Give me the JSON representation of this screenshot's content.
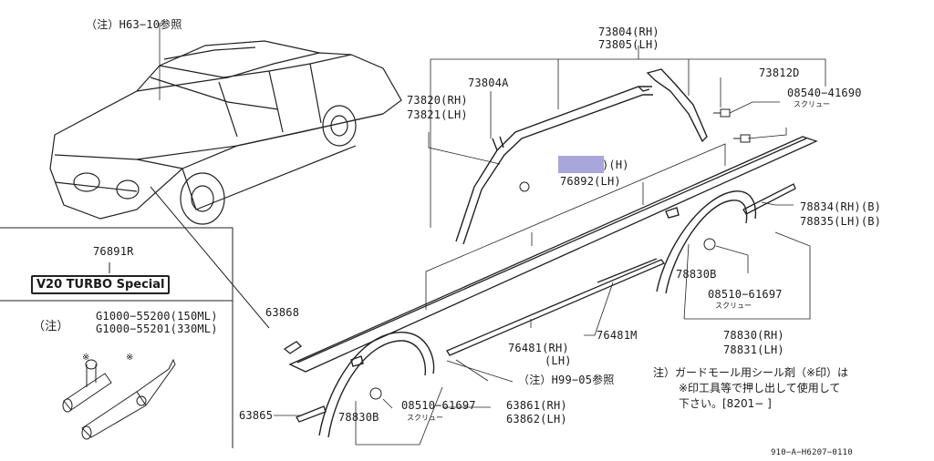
{
  "top_note": "（注）H63−10参照",
  "parts": {
    "p73804": "73804(RH)",
    "p73805": "73805(LH)",
    "p73804A": "73804A",
    "p73812D": "73812D",
    "p08540": "08540−41690",
    "screw1": "スクリュー",
    "p73820": "73820(RH)",
    "p73821": "73821(LH)",
    "p768xx_rh": ")(H)",
    "p76892": "76892(LH)",
    "p78834": "78834(RH)(B)",
    "p78835": "78835(LH)(B)",
    "p76891R": "76891R",
    "p63868": "63868",
    "p78830B_r": "78830B",
    "p08510_r": "08510−61697",
    "screw2": "スクリュー",
    "p78830": "78830(RH)",
    "p78831": "78831(LH)",
    "p76481M": "76481M",
    "p76481_rh": "76481(RH)",
    "p76481_lh": "(LH)",
    "h99": "（注）H99−05参照",
    "p63865": "63865",
    "p78830B_l": "78830B",
    "p08510_l": "08510−61697",
    "screw3": "スクリュー",
    "p63861": "63861(RH)",
    "p63862": "63862(LH)"
  },
  "badge_text": "V20 TURBO Special",
  "sealant": {
    "note_mark": "（注）",
    "g1": "G1000−55200(150ML)",
    "g2": "G1000−55201(330ML)",
    "mark1": "※",
    "mark2": "※"
  },
  "footnote": {
    "l1": "注）ガードモール用シール剤（※印）は",
    "l2": "※印工具等で押し出して使用して",
    "l3": "下さい。[8201−        ]"
  },
  "code": "910−A−H6207−0110"
}
